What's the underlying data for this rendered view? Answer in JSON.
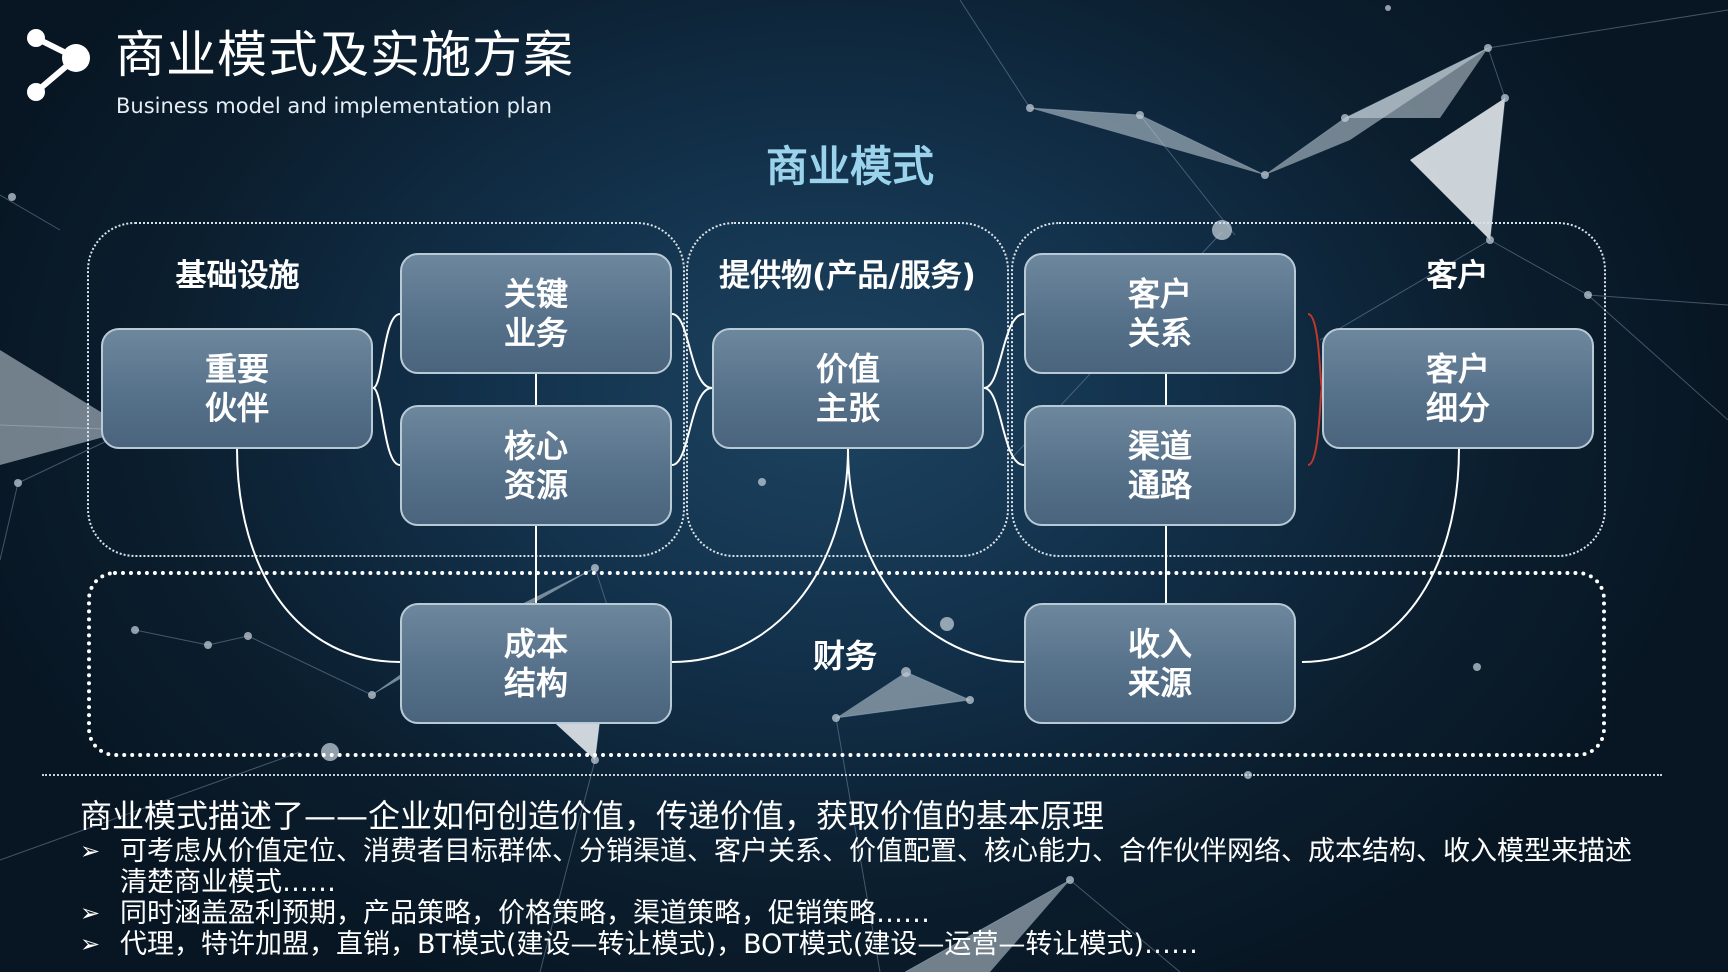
{
  "header": {
    "title": "商业模式及实施方案",
    "subtitle": "Business model and implementation plan"
  },
  "diagram": {
    "title": "商业模式",
    "groups": {
      "infrastructure": "基础设施",
      "offering": "提供物(产品/服务)",
      "customer": "客户",
      "finance": "财务"
    },
    "blocks": {
      "key_partners": "重要\n伙伴",
      "key_activities": "关键\n业务",
      "key_resources": "核心\n资源",
      "value_proposition": "价值\n主张",
      "customer_relationships": "客户\n关系",
      "channels": "渠道\n通路",
      "customer_segments": "客户\n细分",
      "cost_structure": "成本\n结构",
      "revenue_streams": "收入\n来源"
    }
  },
  "text": {
    "summary": "商业模式描述了——企业如何创造价值，传递价值，获取价值的基本原理",
    "bullets": [
      "可考虑从价值定位、消费者目标群体、分销渠道、客户关系、价值配置、核心能力、合作伙伴网络、成本结构、收入模型来描述清楚商业模式……",
      "同时涵盖盈利预期，产品策略，价格策略，渠道策略，促销策略……",
      "代理，特许加盟，直销，BT模式(建设—转让模式)，BOT模式(建设—运营—转让模式)……"
    ]
  },
  "colors": {
    "accent_title": "#9cd3ec",
    "block_fill": "#5d7890",
    "background": "#0b1c2a"
  }
}
